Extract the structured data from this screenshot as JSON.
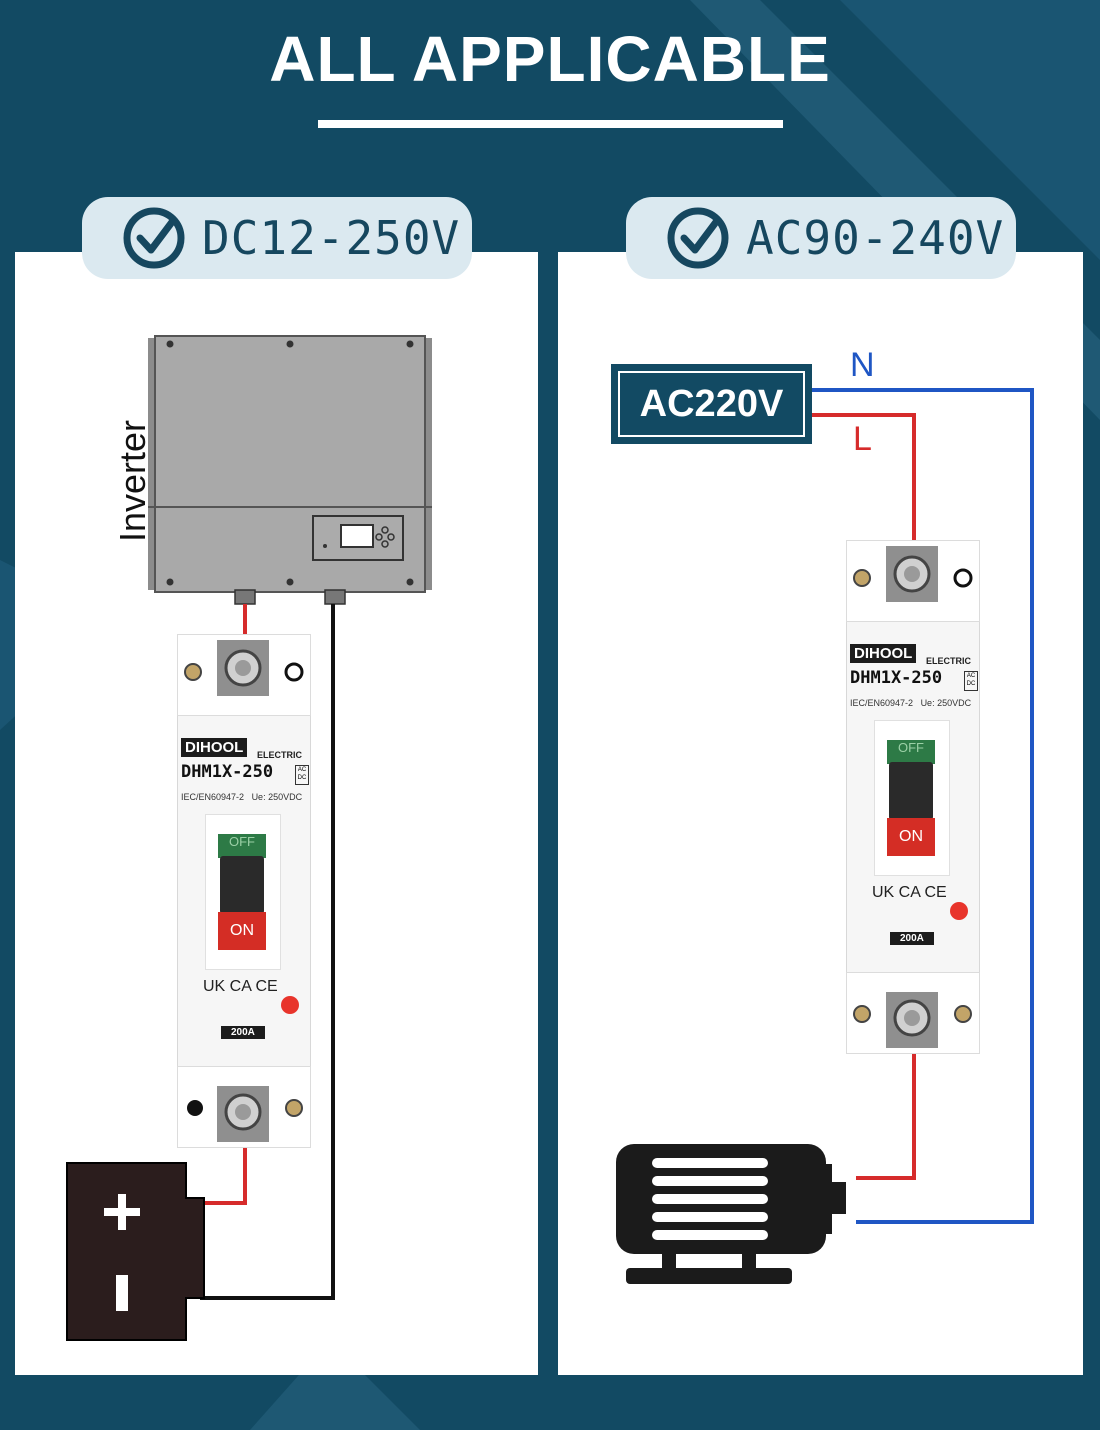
{
  "title": "ALL APPLICABLE",
  "left_panel": {
    "voltage_label": "DC12-250V",
    "inverter_label": "Inverter"
  },
  "right_panel": {
    "voltage_label": "AC90-240V",
    "source_label": "AC220V",
    "neutral_label": "N",
    "line_label": "L"
  },
  "breaker": {
    "brand": "DIHOOL",
    "brand_sub": "ELECTRIC",
    "model": "DHM1X-250",
    "standard": "IEC/EN60947-2",
    "rated_voltage": "Ue: 250VDC",
    "acdc": "AC DC",
    "switch_on": "ON",
    "switch_off": "OFF",
    "certs": "UK CA CE",
    "rating": "200A"
  },
  "colors": {
    "background": "#124a63",
    "pill": "#dbe9f0",
    "accent_text": "#16475f",
    "wire_red": "#d62b2b",
    "wire_blue": "#1f56c4",
    "wire_black": "#111111"
  }
}
